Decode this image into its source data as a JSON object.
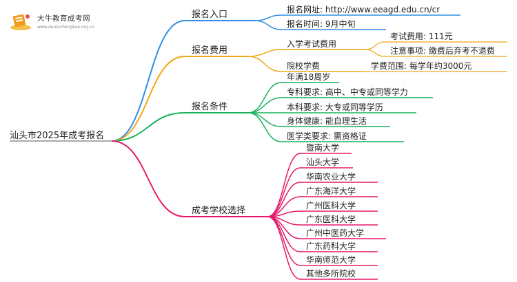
{
  "logo": {
    "title": "大牛教育成考网",
    "subtitle": "www.daniuchengkao.org.cn"
  },
  "root": {
    "label": "汕头市2025年成考报名"
  },
  "branches": [
    {
      "label": "报名入口",
      "color": "#2f8ee5",
      "children": [
        {
          "label": "报名网址: http://www.eeagd.edu.cn/cr"
        },
        {
          "label": "报名时间: 9月中旬"
        }
      ]
    },
    {
      "label": "报名费用",
      "color": "#f0a616",
      "children": [
        {
          "label": "入学考试费用",
          "children": [
            {
              "label": "考试费用: 111元"
            },
            {
              "label": "注意事项: 缴费后弃考不退费"
            }
          ]
        },
        {
          "label": "院校学费",
          "children": [
            {
              "label": "学费范围: 每学年约3000元"
            }
          ]
        }
      ]
    },
    {
      "label": "报名条件",
      "color": "#19b25a",
      "children": [
        {
          "label": "年满18周岁"
        },
        {
          "label": "专科要求: 高中、中专或同等学力"
        },
        {
          "label": "本科要求: 大专或同等学历"
        },
        {
          "label": "身体健康: 能自理生活"
        },
        {
          "label": "医学类要求: 需资格证"
        }
      ]
    },
    {
      "label": "成考学校选择",
      "color": "#e5196b",
      "children": [
        {
          "label": "暨南大学"
        },
        {
          "label": "汕头大学"
        },
        {
          "label": "华南农业大学"
        },
        {
          "label": "广东海洋大学"
        },
        {
          "label": "广州医科大学"
        },
        {
          "label": "广东医科大学"
        },
        {
          "label": "广州中医药大学"
        },
        {
          "label": "广东药科大学"
        },
        {
          "label": "华南师范大学"
        },
        {
          "label": "其他多所院校"
        }
      ]
    }
  ]
}
